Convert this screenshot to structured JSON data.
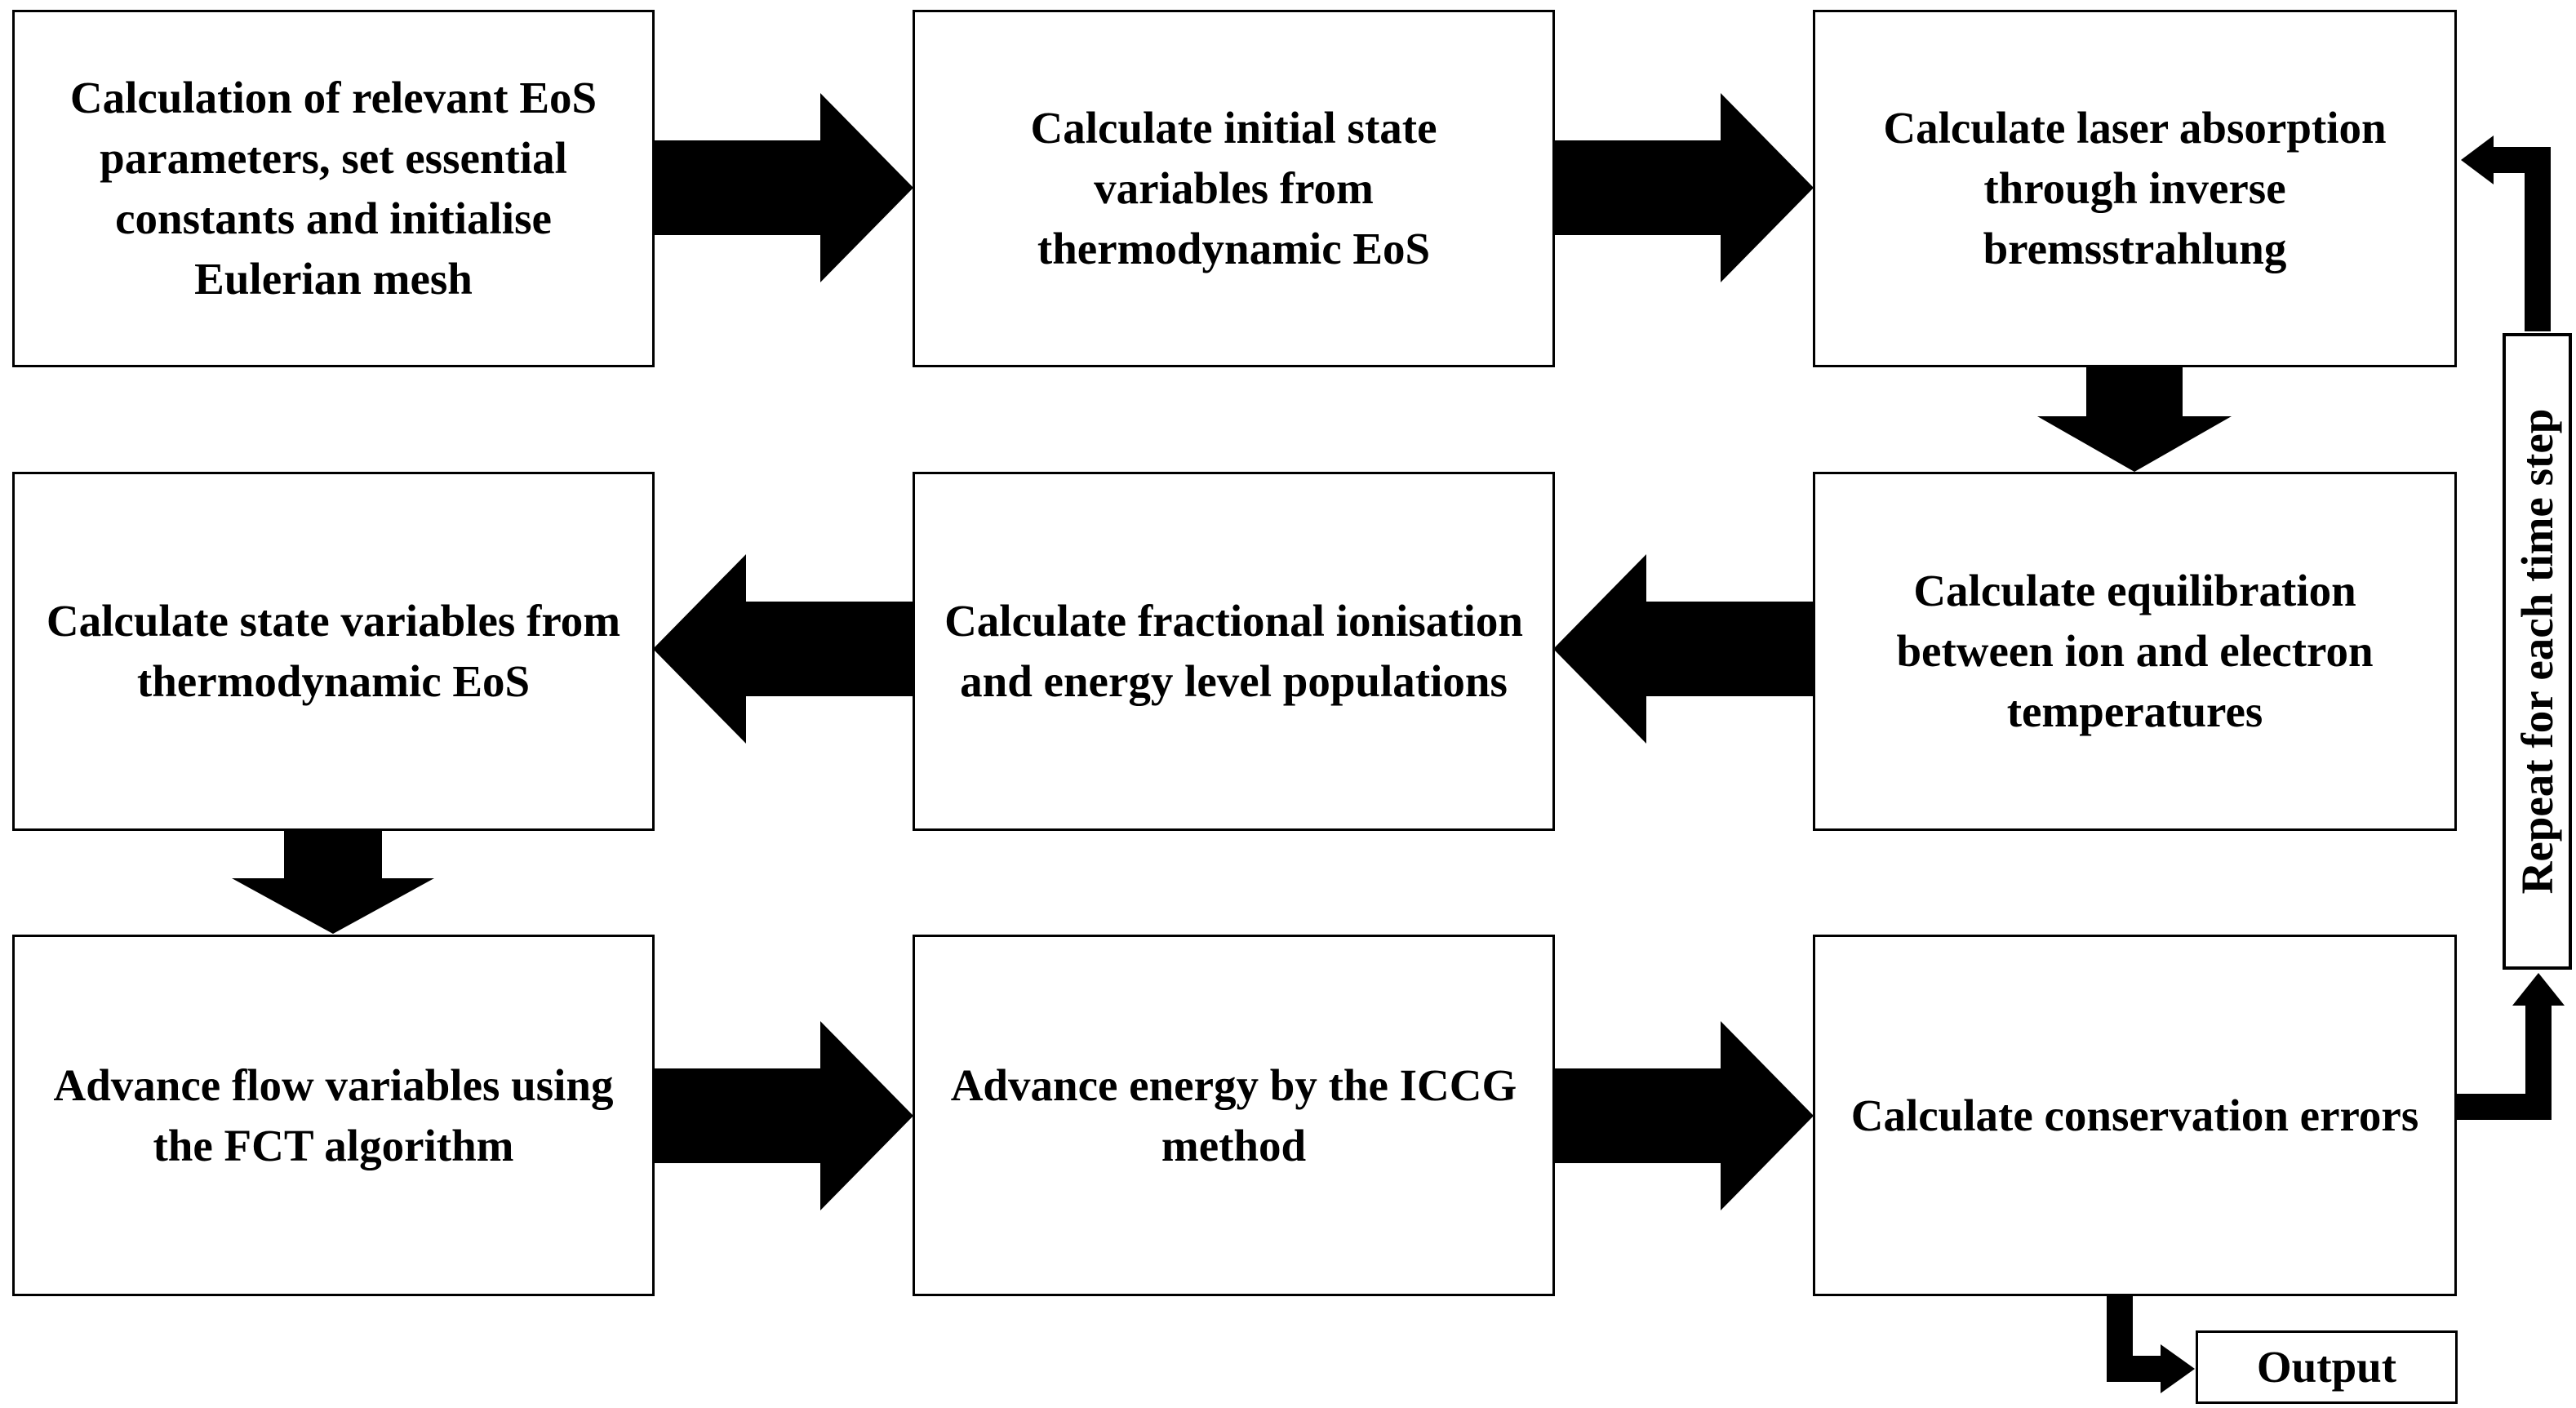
{
  "steps": [
    {
      "id": "s1",
      "text": "Calculation of relevant EoS parameters, set essential constants and initialise Eulerian mesh"
    },
    {
      "id": "s2",
      "text": "Calculate initial state variables from thermodynamic EoS"
    },
    {
      "id": "s3",
      "text": "Calculate laser absorption through inverse bremsstrahlung"
    },
    {
      "id": "s4",
      "text": "Calculate equilibration between ion and electron temperatures"
    },
    {
      "id": "s5",
      "text": "Calculate fractional ionisation and energy level populations"
    },
    {
      "id": "s6",
      "text": "Calculate state variables from thermodynamic EoS"
    },
    {
      "id": "s7",
      "text": "Advance flow variables using the FCT algorithm"
    },
    {
      "id": "s8",
      "text": "Advance energy by the ICCG method"
    },
    {
      "id": "s9",
      "text": "Calculate conservation errors"
    }
  ],
  "output_label": "Output",
  "loop_label": "Repeat for each time step",
  "colors": {
    "stroke": "#000000",
    "fill": "#ffffff",
    "arrow": "#000000"
  }
}
